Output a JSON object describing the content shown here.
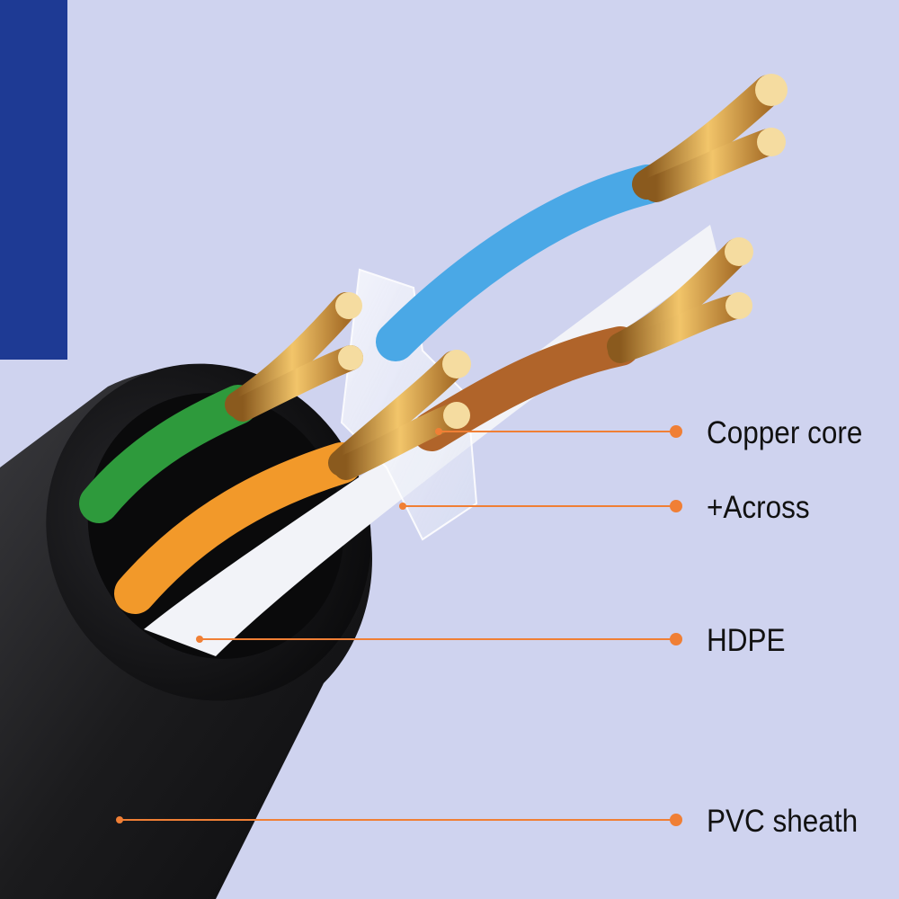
{
  "colors": {
    "background": "#cfd3ef",
    "accent_bar": "#1e3a94",
    "callout_line": "#f07f35",
    "sheath": "#1b1b1d",
    "pair_blue": "#4aa8e6",
    "pair_green": "#2e9a3c",
    "pair_brown": "#b0642a",
    "pair_orange": "#f2992a",
    "copper": "#d9a24a"
  },
  "icons": {
    "callout_dot": "circle-dot-icon"
  },
  "callouts": [
    {
      "label": "Copper core"
    },
    {
      "label": "+Across"
    },
    {
      "label": "HDPE"
    },
    {
      "label": "PVC sheath"
    }
  ]
}
